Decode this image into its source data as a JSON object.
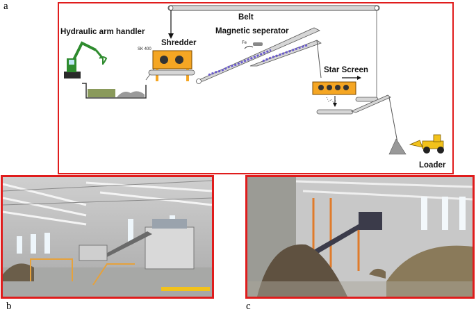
{
  "panels": {
    "a": "a",
    "b": "b",
    "c": "c"
  },
  "schematic": {
    "labels": {
      "hydraulic": "Hydraulic arm handler",
      "shredder": "Shredder",
      "belt": "Belt",
      "magnetic": "Magnetic seperator",
      "fe": "Fe",
      "star_screen": "Star Screen",
      "loader": "Loader"
    }
  },
  "colors": {
    "frame_red": "#e01c1c",
    "machine_orange": "#f5a623",
    "handler_green": "#2e8b2e",
    "loader_yellow": "#f2c21b",
    "conveyor_gray": "#b8b8b8"
  }
}
